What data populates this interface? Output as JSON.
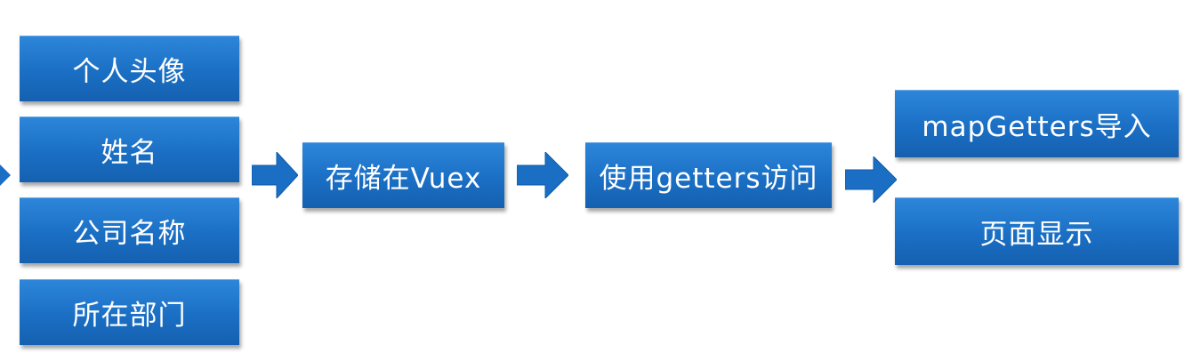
{
  "nodes": {
    "avatar": "个人头像",
    "name": "姓名",
    "company": "公司名称",
    "department": "所在部门",
    "vuex": "存储在Vuex",
    "getters": "使用getters访问",
    "map_getters": "mapGetters导入",
    "display": "页面显示"
  },
  "colors": {
    "box_fill": "#1a6fc4",
    "arrow_fill": "#1a6fc4",
    "text": "#ffffff"
  },
  "icons": {
    "arrow": "arrow-right-icon"
  }
}
